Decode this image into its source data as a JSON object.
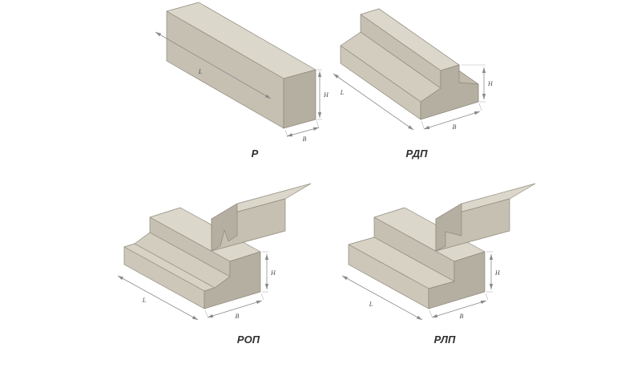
{
  "page": {
    "background": "#ffffff"
  },
  "colors": {
    "face_top": "#dcd7cb",
    "face_front": "#c6c0b2",
    "face_side": "#cdc7b9",
    "face_slope": "#d3cdbf",
    "face_slope_far": "#c1bbad",
    "face_shelf": "#d7d2c4",
    "face_end": "#b5afa1",
    "face_dark": "#a8a294",
    "outline": "#8e887c",
    "dim_line": "#8a8a8a",
    "dim_text": "#4a4a4a",
    "label_text": "#2f2f2f"
  },
  "figures": {
    "r": {
      "label": "Р",
      "dim_l": "L",
      "dim_h": "H",
      "dim_b": "B"
    },
    "rdp": {
      "label": "РДП",
      "dim_l": "L",
      "dim_h": "H",
      "dim_b": "B"
    },
    "rop": {
      "label": "РОП",
      "dim_l": "L",
      "dim_h": "H",
      "dim_b": "B"
    },
    "rlp": {
      "label": "РЛП",
      "dim_l": "L",
      "dim_h": "H",
      "dim_b": "B"
    }
  }
}
